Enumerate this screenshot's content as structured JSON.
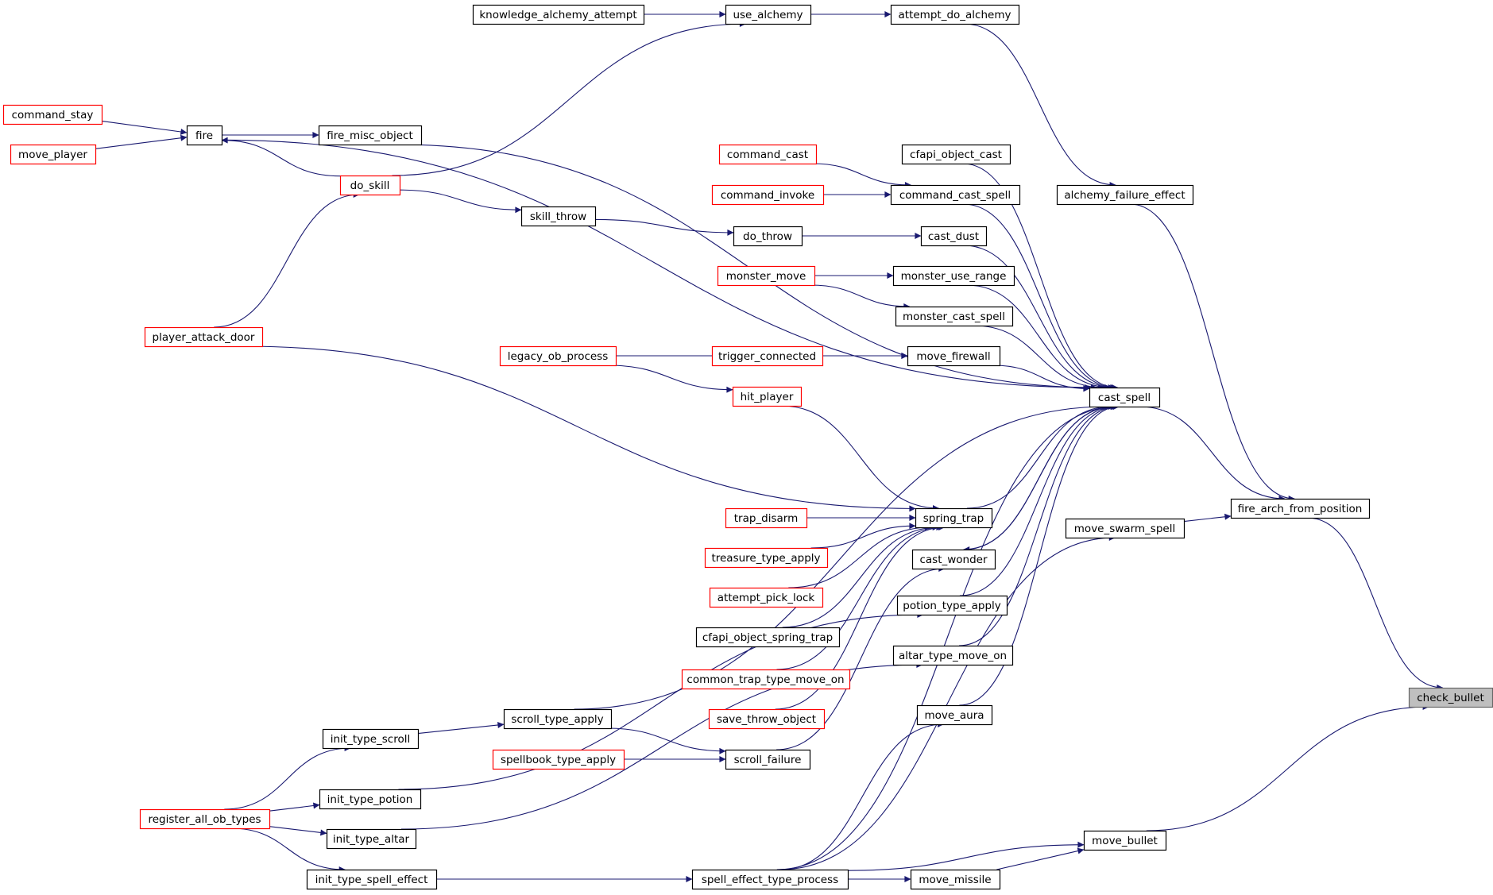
{
  "colors": {
    "edge": "#191970",
    "normal_border": "#000000",
    "truncated_border": "#ff0000",
    "focus_fill": "#bfbfbf",
    "focus_border": "#666666"
  },
  "nodes": [
    {
      "id": "check_bullet",
      "label": "check_bullet",
      "kind": "focus"
    },
    {
      "id": "fire_arch_from_position",
      "label": "fire_arch_from_position",
      "kind": "normal"
    },
    {
      "id": "move_bullet",
      "label": "move_bullet",
      "kind": "normal"
    },
    {
      "id": "cast_spell",
      "label": "cast_spell",
      "kind": "normal"
    },
    {
      "id": "alchemy_failure_effect",
      "label": "alchemy_failure_effect",
      "kind": "normal"
    },
    {
      "id": "move_swarm_spell",
      "label": "move_swarm_spell",
      "kind": "normal"
    },
    {
      "id": "attempt_do_alchemy",
      "label": "attempt_do_alchemy",
      "kind": "normal"
    },
    {
      "id": "use_alchemy",
      "label": "use_alchemy",
      "kind": "normal"
    },
    {
      "id": "knowledge_alchemy_attempt",
      "label": "knowledge_alchemy_attempt",
      "kind": "normal"
    },
    {
      "id": "fire",
      "label": "fire",
      "kind": "normal"
    },
    {
      "id": "fire_misc_object",
      "label": "fire_misc_object",
      "kind": "normal"
    },
    {
      "id": "command_stay",
      "label": "command_stay",
      "kind": "truncated"
    },
    {
      "id": "move_player",
      "label": "move_player",
      "kind": "truncated"
    },
    {
      "id": "do_skill",
      "label": "do_skill",
      "kind": "truncated"
    },
    {
      "id": "cfapi_object_cast",
      "label": "cfapi_object_cast",
      "kind": "normal"
    },
    {
      "id": "command_cast",
      "label": "command_cast",
      "kind": "truncated"
    },
    {
      "id": "command_invoke",
      "label": "command_invoke",
      "kind": "truncated"
    },
    {
      "id": "command_cast_spell",
      "label": "command_cast_spell",
      "kind": "normal"
    },
    {
      "id": "skill_throw",
      "label": "skill_throw",
      "kind": "normal"
    },
    {
      "id": "do_throw",
      "label": "do_throw",
      "kind": "normal"
    },
    {
      "id": "cast_dust",
      "label": "cast_dust",
      "kind": "normal"
    },
    {
      "id": "monster_move",
      "label": "monster_move",
      "kind": "truncated"
    },
    {
      "id": "monster_use_range",
      "label": "monster_use_range",
      "kind": "normal"
    },
    {
      "id": "monster_cast_spell",
      "label": "monster_cast_spell",
      "kind": "normal"
    },
    {
      "id": "player_attack_door",
      "label": "player_attack_door",
      "kind": "truncated"
    },
    {
      "id": "legacy_ob_process",
      "label": "legacy_ob_process",
      "kind": "truncated"
    },
    {
      "id": "trigger_connected",
      "label": "trigger_connected",
      "kind": "truncated"
    },
    {
      "id": "move_firewall",
      "label": "move_firewall",
      "kind": "normal"
    },
    {
      "id": "hit_player",
      "label": "hit_player",
      "kind": "truncated"
    },
    {
      "id": "spring_trap",
      "label": "spring_trap",
      "kind": "normal"
    },
    {
      "id": "trap_disarm",
      "label": "trap_disarm",
      "kind": "truncated"
    },
    {
      "id": "treasure_type_apply",
      "label": "treasure_type_apply",
      "kind": "truncated"
    },
    {
      "id": "cast_wonder",
      "label": "cast_wonder",
      "kind": "normal"
    },
    {
      "id": "attempt_pick_lock",
      "label": "attempt_pick_lock",
      "kind": "truncated"
    },
    {
      "id": "potion_type_apply",
      "label": "potion_type_apply",
      "kind": "normal"
    },
    {
      "id": "cfapi_object_spring_trap",
      "label": "cfapi_object_spring_trap",
      "kind": "normal"
    },
    {
      "id": "altar_type_move_on",
      "label": "altar_type_move_on",
      "kind": "normal"
    },
    {
      "id": "common_trap_type_move_on",
      "label": "common_trap_type_move_on",
      "kind": "truncated"
    },
    {
      "id": "move_aura",
      "label": "move_aura",
      "kind": "normal"
    },
    {
      "id": "save_throw_object",
      "label": "save_throw_object",
      "kind": "truncated"
    },
    {
      "id": "scroll_type_apply",
      "label": "scroll_type_apply",
      "kind": "normal"
    },
    {
      "id": "init_type_scroll",
      "label": "init_type_scroll",
      "kind": "normal"
    },
    {
      "id": "spellbook_type_apply",
      "label": "spellbook_type_apply",
      "kind": "truncated"
    },
    {
      "id": "scroll_failure",
      "label": "scroll_failure",
      "kind": "normal"
    },
    {
      "id": "init_type_potion",
      "label": "init_type_potion",
      "kind": "normal"
    },
    {
      "id": "register_all_ob_types",
      "label": "register_all_ob_types",
      "kind": "truncated"
    },
    {
      "id": "init_type_altar",
      "label": "init_type_altar",
      "kind": "normal"
    },
    {
      "id": "init_type_spell_effect",
      "label": "init_type_spell_effect",
      "kind": "normal"
    },
    {
      "id": "spell_effect_type_process",
      "label": "spell_effect_type_process",
      "kind": "normal"
    },
    {
      "id": "move_missile",
      "label": "move_missile",
      "kind": "normal"
    }
  ],
  "edges": [
    {
      "from": "fire_arch_from_position",
      "to": "check_bullet"
    },
    {
      "from": "move_bullet",
      "to": "check_bullet"
    },
    {
      "from": "cast_spell",
      "to": "fire_arch_from_position"
    },
    {
      "from": "alchemy_failure_effect",
      "to": "fire_arch_from_position"
    },
    {
      "from": "move_swarm_spell",
      "to": "fire_arch_from_position"
    },
    {
      "from": "attempt_do_alchemy",
      "to": "alchemy_failure_effect"
    },
    {
      "from": "use_alchemy",
      "to": "attempt_do_alchemy"
    },
    {
      "from": "knowledge_alchemy_attempt",
      "to": "use_alchemy"
    },
    {
      "from": "do_skill",
      "to": "use_alchemy"
    },
    {
      "from": "command_stay",
      "to": "fire"
    },
    {
      "from": "move_player",
      "to": "fire"
    },
    {
      "from": "do_skill",
      "to": "fire"
    },
    {
      "from": "fire",
      "to": "fire_misc_object"
    },
    {
      "from": "fire",
      "to": "cast_spell"
    },
    {
      "from": "fire_misc_object",
      "to": "cast_spell"
    },
    {
      "from": "player_attack_door",
      "to": "do_skill"
    },
    {
      "from": "do_skill",
      "to": "skill_throw"
    },
    {
      "from": "skill_throw",
      "to": "do_throw"
    },
    {
      "from": "do_throw",
      "to": "cast_dust"
    },
    {
      "from": "cfapi_object_cast",
      "to": "cast_spell"
    },
    {
      "from": "command_cast",
      "to": "command_cast_spell"
    },
    {
      "from": "command_invoke",
      "to": "command_cast_spell"
    },
    {
      "from": "command_cast_spell",
      "to": "cast_spell"
    },
    {
      "from": "cast_dust",
      "to": "cast_spell"
    },
    {
      "from": "monster_move",
      "to": "monster_use_range"
    },
    {
      "from": "monster_move",
      "to": "monster_cast_spell"
    },
    {
      "from": "monster_use_range",
      "to": "cast_spell"
    },
    {
      "from": "monster_cast_spell",
      "to": "cast_spell"
    },
    {
      "from": "legacy_ob_process",
      "to": "move_firewall"
    },
    {
      "from": "trigger_connected",
      "to": "move_firewall"
    },
    {
      "from": "move_firewall",
      "to": "cast_spell"
    },
    {
      "from": "legacy_ob_process",
      "to": "hit_player"
    },
    {
      "from": "hit_player",
      "to": "spring_trap"
    },
    {
      "from": "player_attack_door",
      "to": "spring_trap"
    },
    {
      "from": "trap_disarm",
      "to": "spring_trap"
    },
    {
      "from": "treasure_type_apply",
      "to": "spring_trap"
    },
    {
      "from": "attempt_pick_lock",
      "to": "spring_trap"
    },
    {
      "from": "cfapi_object_spring_trap",
      "to": "spring_trap"
    },
    {
      "from": "common_trap_type_move_on",
      "to": "spring_trap"
    },
    {
      "from": "save_throw_object",
      "to": "spring_trap"
    },
    {
      "from": "spring_trap",
      "to": "cast_spell"
    },
    {
      "from": "scroll_type_apply",
      "to": "cast_spell"
    },
    {
      "from": "cast_spell",
      "to": "cast_wonder"
    },
    {
      "from": "cast_wonder",
      "to": "cast_spell"
    },
    {
      "from": "scroll_failure",
      "to": "cast_wonder"
    },
    {
      "from": "potion_type_apply",
      "to": "cast_spell"
    },
    {
      "from": "init_type_potion",
      "to": "potion_type_apply"
    },
    {
      "from": "altar_type_move_on",
      "to": "cast_spell"
    },
    {
      "from": "init_type_altar",
      "to": "altar_type_move_on"
    },
    {
      "from": "move_aura",
      "to": "cast_spell"
    },
    {
      "from": "spell_effect_type_process",
      "to": "move_aura"
    },
    {
      "from": "spell_effect_type_process",
      "to": "cast_spell"
    },
    {
      "from": "spell_effect_type_process",
      "to": "move_swarm_spell"
    },
    {
      "from": "init_type_scroll",
      "to": "scroll_type_apply"
    },
    {
      "from": "scroll_type_apply",
      "to": "scroll_failure"
    },
    {
      "from": "spellbook_type_apply",
      "to": "scroll_failure"
    },
    {
      "from": "register_all_ob_types",
      "to": "init_type_scroll"
    },
    {
      "from": "register_all_ob_types",
      "to": "init_type_potion"
    },
    {
      "from": "register_all_ob_types",
      "to": "init_type_altar"
    },
    {
      "from": "register_all_ob_types",
      "to": "init_type_spell_effect"
    },
    {
      "from": "init_type_spell_effect",
      "to": "spell_effect_type_process"
    },
    {
      "from": "spell_effect_type_process",
      "to": "move_bullet"
    },
    {
      "from": "move_missile",
      "to": "move_bullet"
    },
    {
      "from": "spell_effect_type_process",
      "to": "move_missile"
    }
  ]
}
